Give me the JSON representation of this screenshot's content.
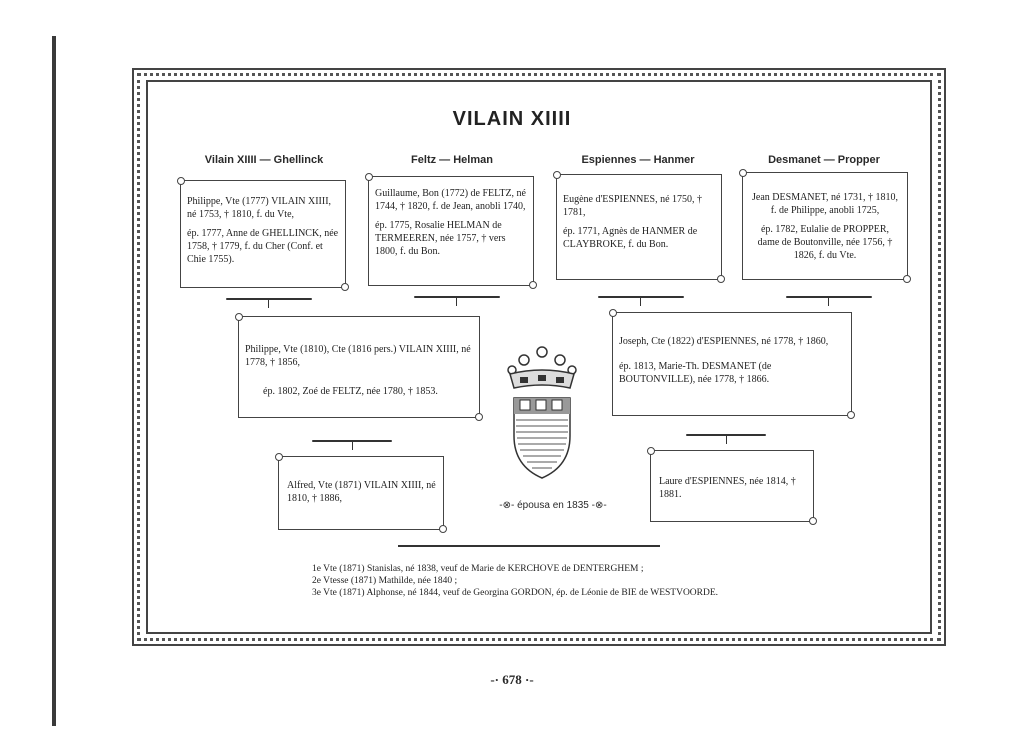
{
  "title": "VILAIN XIIII",
  "columns": [
    "Vilain XIIII — Ghellinck",
    "Feltz — Helman",
    "Espiennes — Hanmer",
    "Desmanet — Propper"
  ],
  "gen1": [
    {
      "p1": "Philippe, Vte (1777) VILAIN XIIII, né 1753, † 1810, f. du Vte,",
      "p2": "ép. 1777, Anne de GHELLINCK, née 1758, † 1779, f. du Cher (Conf. et Chie 1755)."
    },
    {
      "p1": "Guillaume, Bon (1772) de FELTZ, né 1744, † 1820, f. de Jean, anobli 1740,",
      "p2": "ép. 1775, Rosalie HELMAN de TERMEEREN, née 1757, † vers 1800, f. du Bon."
    },
    {
      "p1": "Eugène d'ESPIENNES, né 1750, † 1781,",
      "p2": "ép. 1771, Agnès de HANMER de CLAYBROKE, f. du Bon."
    },
    {
      "p1": "Jean DESMANET, né 1731, † 1810, f. de Philippe, anobli 1725,",
      "p2": "ép. 1782, Eulalie de PROPPER, dame de Boutonville, née 1756, † 1826, f. du Vte."
    }
  ],
  "gen2": [
    {
      "p1": "Philippe, Vte (1810), Cte (1816 pers.) VILAIN XIIII, né 1778, † 1856,",
      "p2": "ép. 1802, Zoé de FELTZ, née 1780, † 1853."
    },
    {
      "p1": "Joseph, Cte (1822) d'ESPIENNES, né 1778, † 1860,",
      "p2": "ép. 1813, Marie-Th. DESMANET (de BOUTONVILLE), née 1778, † 1866."
    }
  ],
  "gen3": [
    {
      "p1": "Alfred, Vte (1871) VILAIN XIIII, né 1810, † 1886,"
    },
    {
      "p1": "Laure d'ESPIENNES, née 1814, † 1881."
    }
  ],
  "epousa": "épousa en 1835",
  "descendants": [
    "1e Vte (1871) Stanislas, né 1838, veuf de Marie de KERCHOVE de DENTERGHEM ;",
    "2e Vtesse (1871) Mathilde, née 1840 ;",
    "3e Vte (1871) Alphonse, né 1844, veuf de Georgina GORDON, ép. de Léonie de BIE de WESTVOORDE."
  ],
  "page_number": "678",
  "colors": {
    "ink": "#2a2a2a",
    "paper": "#ffffff"
  }
}
